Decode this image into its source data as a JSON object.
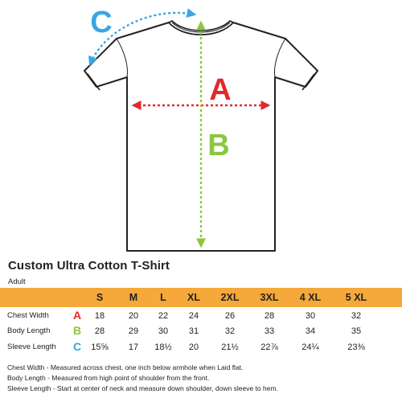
{
  "diagram": {
    "labels": {
      "a": "A",
      "b": "B",
      "c": "C"
    },
    "colors": {
      "a": "#e02a2a",
      "b": "#8cc63f",
      "c": "#39a6e3",
      "outline": "#222222",
      "header": "#f4a93a"
    }
  },
  "product": {
    "title": "Custom Ultra Cotton T-Shirt",
    "subtitle": "Adult"
  },
  "table": {
    "sizes": [
      "S",
      "M",
      "L",
      "XL",
      "2XL",
      "3XL",
      "4 XL",
      "5 XL"
    ],
    "rows": [
      {
        "label": "Chest Width",
        "letter": "A",
        "values": [
          "18",
          "20",
          "22",
          "24",
          "26",
          "28",
          "30",
          "32"
        ]
      },
      {
        "label": "Body Length",
        "letter": "B",
        "values": [
          "28",
          "29",
          "30",
          "31",
          "32",
          "33",
          "34",
          "35"
        ]
      },
      {
        "label": "Sleeve Length",
        "letter": "C",
        "values": [
          "15⅝",
          "17",
          "18½",
          "20",
          "21½",
          "22⅞",
          "24¼",
          "23⅜"
        ]
      }
    ]
  },
  "notes": [
    "Chest Width - Measured across chest, one inch below armhole  when Laid flat.",
    "Body Length - Measured from high point of shoulder from the front.",
    "Sleeve Length - Start  at center of neck and measure down shoulder, down sleeve to hem."
  ]
}
